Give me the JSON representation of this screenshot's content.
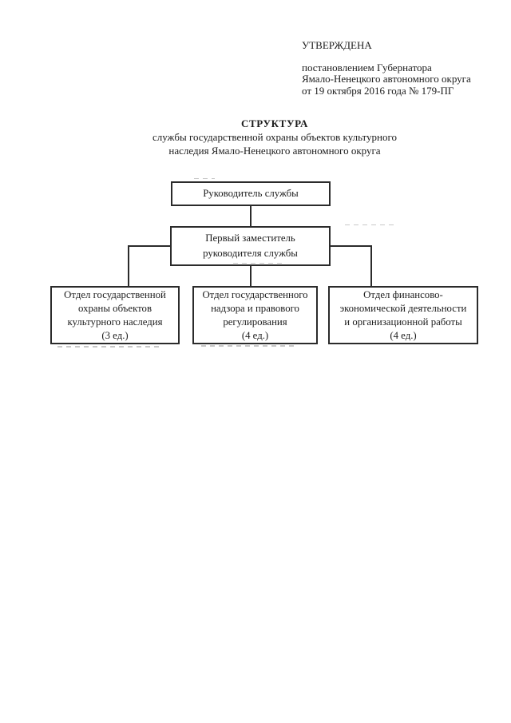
{
  "document": {
    "approval": {
      "heading": "УТВЕРЖДЕНА",
      "lines": [
        "постановлением Губернатора",
        "Ямало-Ненецкого автономного округа",
        "от 19 октября 2016 года № 179-ПГ"
      ]
    },
    "title": {
      "heading": "СТРУКТУРА",
      "lines": [
        "службы государственной охраны объектов культурного",
        "наследия Ямало-Ненецкого автономного округа"
      ]
    }
  },
  "chart_data": {
    "type": "org-chart",
    "title": "СТРУКТУРА службы государственной охраны объектов культурного наследия Ямало-Ненецкого автономного округа",
    "layout_hint": "vertical hierarchy: head on top, first deputy below, three departments on bottom row",
    "nodes": [
      {
        "id": "head",
        "reports_to": null,
        "label": "Руководитель службы",
        "staff_units": null,
        "lines": [
          "Руководитель службы"
        ]
      },
      {
        "id": "first-deputy",
        "reports_to": "head",
        "label": "Первый заместитель руководителя службы",
        "staff_units": null,
        "lines": [
          "Первый заместитель",
          "руководителя службы"
        ]
      },
      {
        "id": "dept-heritage-protection",
        "reports_to": "first-deputy",
        "label": "Отдел государственной охраны объектов культурного наследия",
        "staff_units": "3 ед.",
        "lines": [
          "Отдел государственной",
          "охраны объектов",
          "культурного наследия",
          "(3 ед.)"
        ]
      },
      {
        "id": "dept-supervision-legal",
        "reports_to": "first-deputy",
        "label": "Отдел государственного надзора и правового регулирования",
        "staff_units": "4 ед.",
        "lines": [
          "Отдел государственного",
          "надзора и правового",
          "регулирования",
          "(4 ед.)"
        ]
      },
      {
        "id": "dept-finance-org",
        "reports_to": "first-deputy",
        "label": "Отдел финансово-экономической деятельности и организационной работы",
        "staff_units": "4 ед.",
        "lines": [
          "Отдел финансово-",
          "экономической деятельности",
          "и организационной работы",
          "(4 ед.)"
        ]
      }
    ],
    "colors": {
      "page_background": "#ffffff",
      "ink": "#1c1c1c",
      "box_border": "#2b2b2b"
    }
  }
}
